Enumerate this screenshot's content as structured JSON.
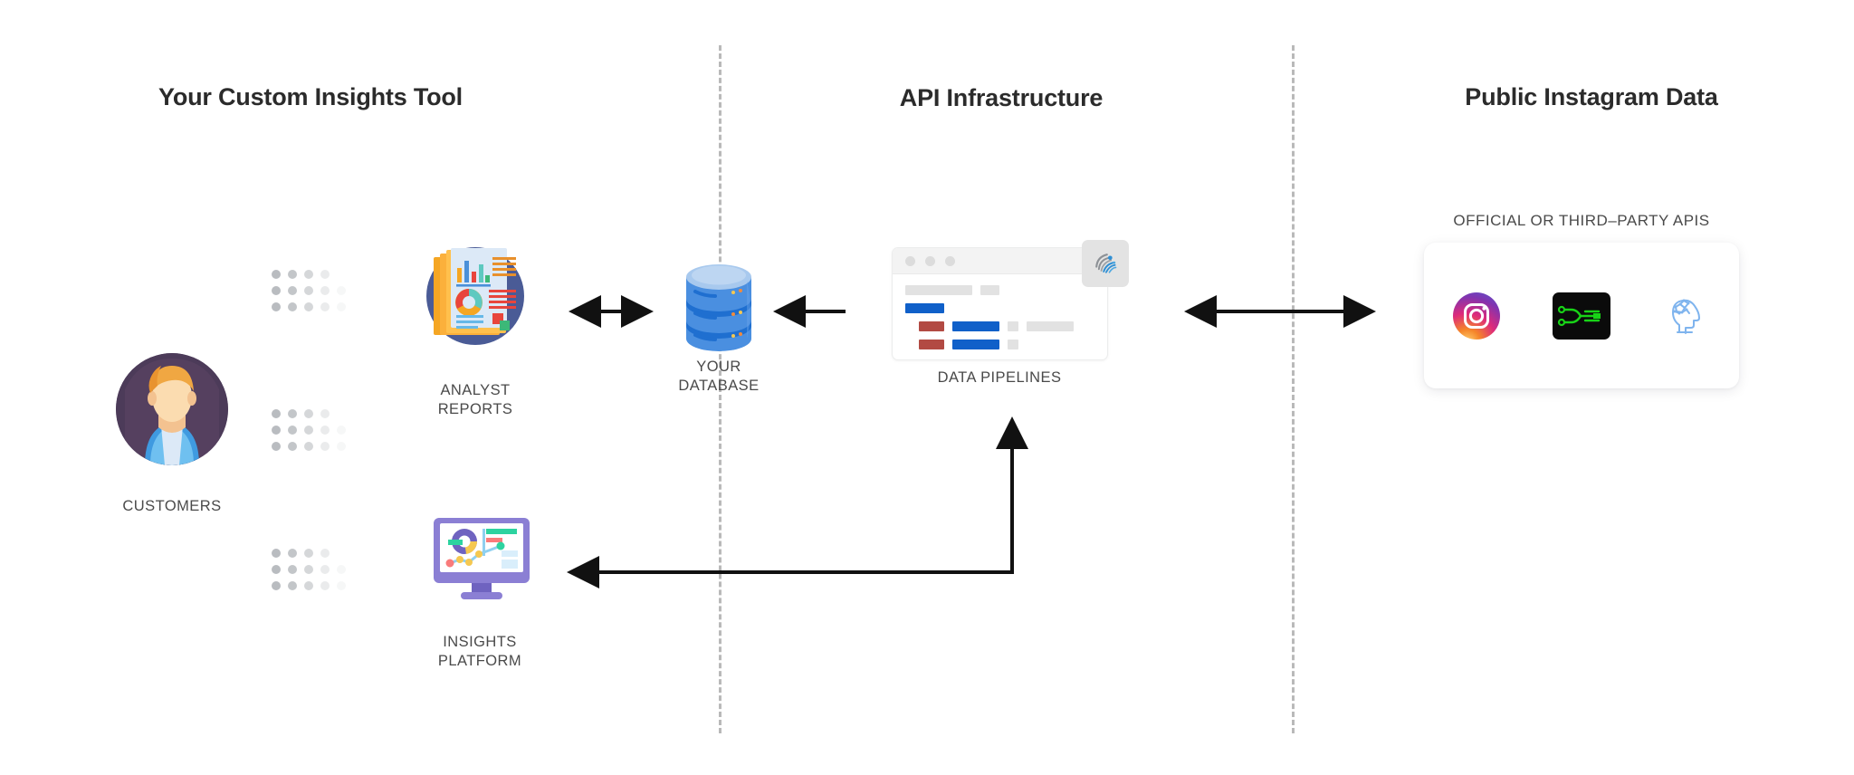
{
  "diagram": {
    "title_left": "Your Custom Insights Tool",
    "title_middle": "API Infrastructure",
    "title_right": "Public Instagram Data",
    "background_color": "#ffffff",
    "divider_color": "#b9b9b9",
    "connector_color": "#111111"
  },
  "nodes": {
    "customers": {
      "label": "CUSTOMERS",
      "icon": "user-avatar-icon",
      "colors": {
        "background": "#4c3b59",
        "hair": "#f0a742",
        "skin": "#f8d0a0",
        "shirt": "#3f9ae0"
      }
    },
    "analyst_reports": {
      "label": "ANALYST\nREPORTS",
      "icon": "analyst-reports-icon",
      "colors": {
        "circle": "#4a5b96",
        "stack": "#f5a623",
        "page": "#dce9f7"
      }
    },
    "insights_platform": {
      "label": "INSIGHTS\nPLATFORM",
      "icon": "insights-monitor-icon",
      "colors": {
        "frame": "#8b7fd4",
        "screen": "#ffffff",
        "accent": "#2dd3a0"
      }
    },
    "your_database": {
      "label": "YOUR\nDATABASE",
      "icon": "database-cylinder-icon",
      "colors": {
        "body": "#4a8fe0",
        "band": "#1f6fd0",
        "top": "#a8c9ee"
      }
    },
    "data_pipelines": {
      "label": "DATA PIPELINES",
      "icon": "browser-window-icon",
      "badge_icon": "swoosh-logo-icon",
      "window_dots": 3,
      "colors": {
        "blue_bar": "#1060c9",
        "red_bar": "#b24a43",
        "gray_bar": "#e2e2e2",
        "badge": "#e3e3e3"
      }
    },
    "api_group": {
      "label": "OFFICIAL OR THIRD–PARTY APIS",
      "icons": [
        {
          "name": "instagram-icon",
          "style": "gradient-camera"
        },
        {
          "name": "data-circuit-icon",
          "style": "black-tile-green-lines"
        },
        {
          "name": "ai-head-icon",
          "style": "blue-outline-neural-head"
        }
      ]
    }
  },
  "dot_grids": {
    "count": 3,
    "columns": 5,
    "rows": 3,
    "color": "#b9bcc0",
    "opacity_falloff": [
      1,
      0.85,
      0.6,
      0.3,
      0.12
    ]
  },
  "connectors": [
    {
      "name": "reports-database-arrow",
      "direction": "bidirectional",
      "from": "analyst_reports",
      "to": "your_database"
    },
    {
      "name": "pipelines-database-arrow",
      "direction": "left",
      "from": "data_pipelines",
      "to": "your_database"
    },
    {
      "name": "apis-pipelines-arrow",
      "direction": "bidirectional",
      "from": "api_group",
      "to": "data_pipelines"
    },
    {
      "name": "pipelines-insights-arrow",
      "direction": "elbow-bidirectional",
      "from": "data_pipelines",
      "to": "insights_platform"
    }
  ]
}
